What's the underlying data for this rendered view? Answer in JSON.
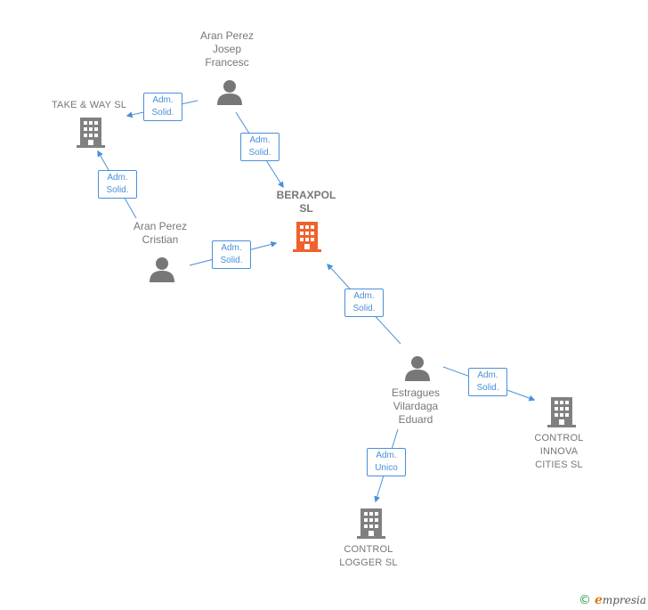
{
  "colors": {
    "edge": "#4a90d9",
    "company_icon": "#808080",
    "center_company_icon": "#f0622d",
    "person_icon": "#777777",
    "label_text": "#777777",
    "footer_copyright": "#2e9a4a",
    "footer_brand_accent": "#e07a12"
  },
  "nodes": {
    "beraxpol": {
      "label": "BERAXPOL\nSL",
      "kind": "company",
      "icon": "building-icon",
      "highlighted": true
    },
    "take_way": {
      "label": "TAKE & WAY SL",
      "kind": "company",
      "icon": "building-icon"
    },
    "control_innova": {
      "label": "CONTROL\nINNOVA\nCITIES  SL",
      "kind": "company",
      "icon": "building-icon"
    },
    "control_logger": {
      "label": "CONTROL\nLOGGER SL",
      "kind": "company",
      "icon": "building-icon"
    },
    "aran_josep": {
      "label": "Aran Perez\nJosep\nFrancesc",
      "kind": "person",
      "icon": "person-icon"
    },
    "aran_cristian": {
      "label": "Aran Perez\nCristian",
      "kind": "person",
      "icon": "person-icon"
    },
    "estragues": {
      "label": "Estragues\nVilardaga\nEduard",
      "kind": "person",
      "icon": "person-icon"
    }
  },
  "edges": [
    {
      "from": "aran_josep",
      "to": "take_way",
      "role_line1": "Adm.",
      "role_line2": "Solid."
    },
    {
      "from": "aran_josep",
      "to": "beraxpol",
      "role_line1": "Adm.",
      "role_line2": "Solid."
    },
    {
      "from": "aran_cristian",
      "to": "take_way",
      "role_line1": "Adm.",
      "role_line2": "Solid."
    },
    {
      "from": "aran_cristian",
      "to": "beraxpol",
      "role_line1": "Adm.",
      "role_line2": "Solid."
    },
    {
      "from": "estragues",
      "to": "beraxpol",
      "role_line1": "Adm.",
      "role_line2": "Solid."
    },
    {
      "from": "estragues",
      "to": "control_innova",
      "role_line1": "Adm.",
      "role_line2": "Solid."
    },
    {
      "from": "estragues",
      "to": "control_logger",
      "role_line1": "Adm.",
      "role_line2": "Unico"
    }
  ],
  "footer": {
    "copyright_symbol": "©",
    "brand_initial": "e",
    "brand_rest": "mpresia"
  }
}
